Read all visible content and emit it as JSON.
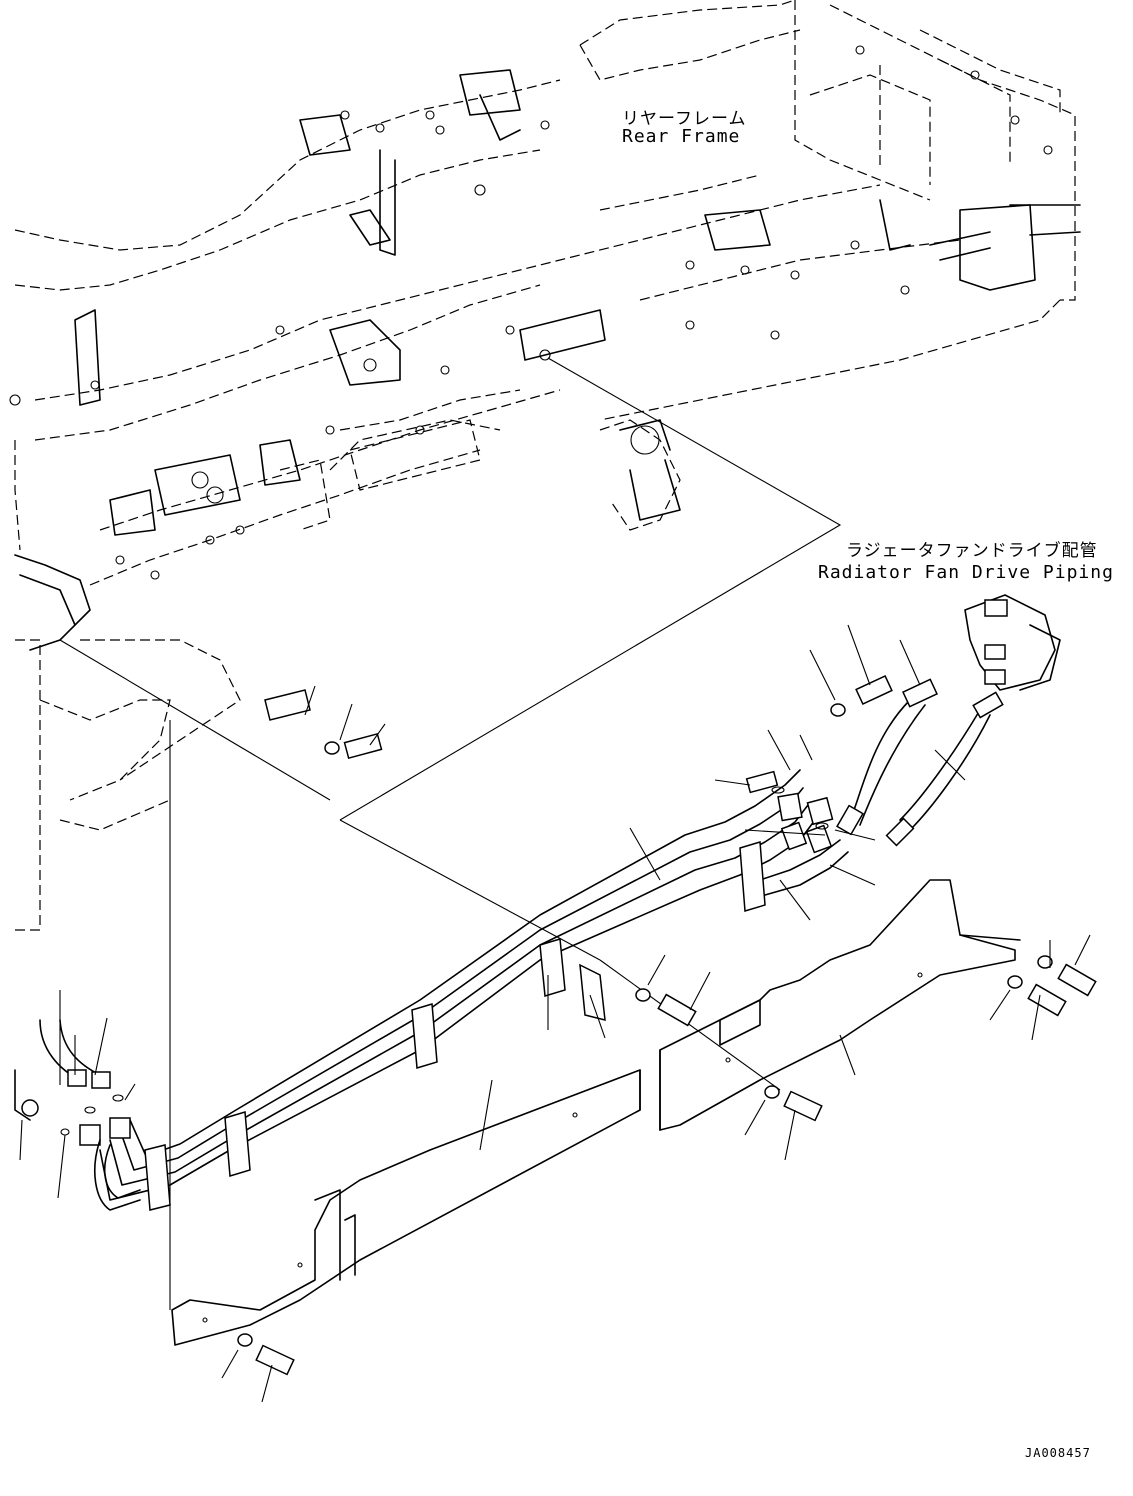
{
  "labels": {
    "rear_frame_jp": "リヤーフレーム",
    "rear_frame_en": "Rear Frame",
    "piping_jp": "ラジェータファンドライブ配管",
    "piping_en": "Radiator Fan Drive Piping"
  },
  "doc_id": "JA008457"
}
